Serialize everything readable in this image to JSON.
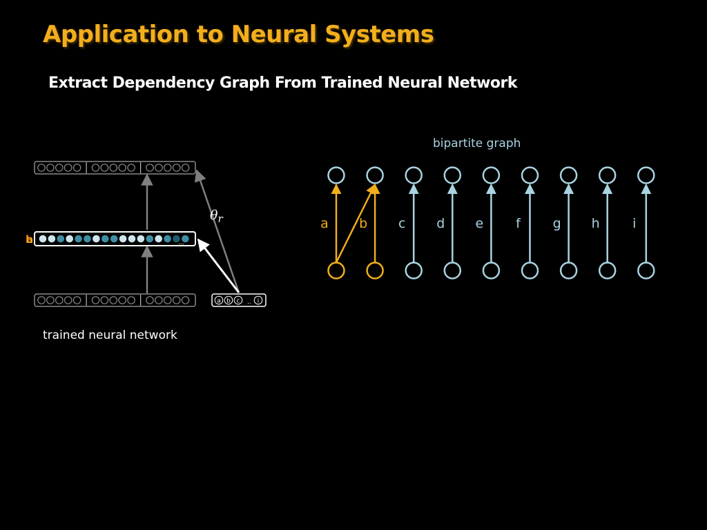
{
  "slide": {
    "title": "Application to Neural Systems",
    "subtitle": "Extract Dependency Graph From Trained Neural Network"
  },
  "nn": {
    "caption": "trained neural network",
    "theta_symbol": "θ",
    "theta_subscript": "r",
    "hidden_dots": "...",
    "hidden_side_label_a": "a",
    "hidden_side_label_b": "b",
    "input_labels": [
      "a",
      "b",
      "c"
    ],
    "input_dots": "..",
    "input_last": "i",
    "hidden_unit_shades": [
      "light",
      "light",
      "teal",
      "light",
      "teal",
      "teal",
      "light",
      "teal",
      "teal",
      "light",
      "light",
      "light",
      "teal",
      "light",
      "teal",
      "dark",
      "teal"
    ]
  },
  "bipartite": {
    "caption": "bipartite graph",
    "labels": [
      "a",
      "b",
      "c",
      "d",
      "e",
      "f",
      "g",
      "h",
      "i"
    ],
    "highlighted": [
      "a",
      "b"
    ],
    "edges": [
      {
        "from": "a",
        "to": "a"
      },
      {
        "from": "a",
        "to": "b"
      },
      {
        "from": "b",
        "to": "b"
      },
      {
        "from": "c",
        "to": "c"
      },
      {
        "from": "d",
        "to": "d"
      },
      {
        "from": "e",
        "to": "e"
      },
      {
        "from": "f",
        "to": "f"
      },
      {
        "from": "g",
        "to": "g"
      },
      {
        "from": "h",
        "to": "h"
      },
      {
        "from": "i",
        "to": "i"
      }
    ]
  },
  "colors": {
    "title": "#f2ae1c",
    "highlight": "#f2ae1c",
    "node": "#a9d3e1",
    "layer_border": "#8a8a8a",
    "arrow_gray": "#808080",
    "unit_light": "#cfe5ee",
    "unit_teal": "#3f8ea4",
    "unit_dark": "#1f5a6d"
  }
}
